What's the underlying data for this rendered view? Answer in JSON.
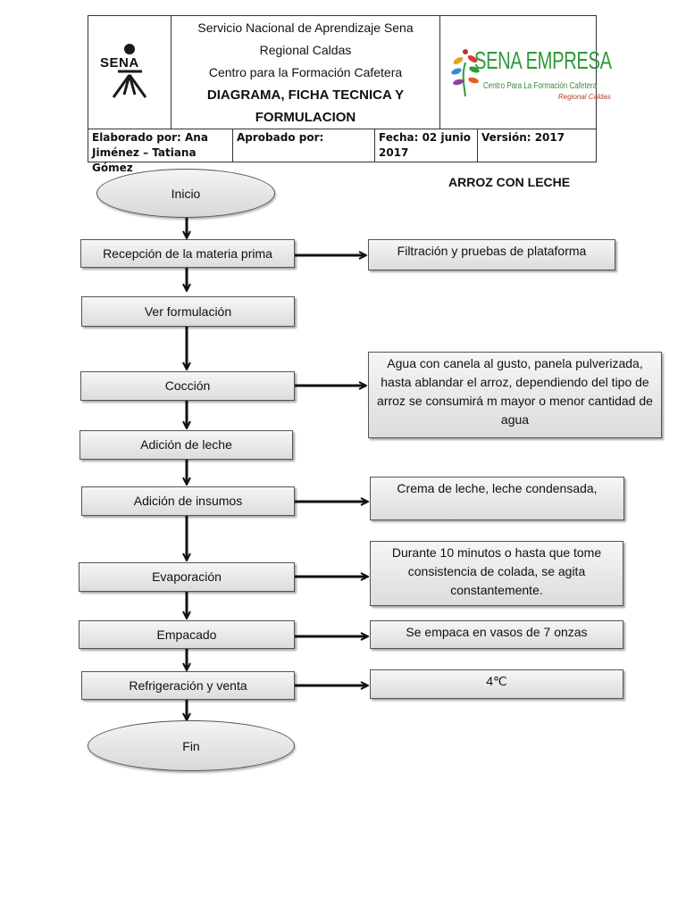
{
  "header": {
    "org_line1": "Servicio Nacional de Aprendizaje Sena",
    "org_line2": "Regional Caldas",
    "org_line3": "Centro para la Formación Cafetera",
    "title_line1": "DIAGRAMA, FICHA TECNICA Y",
    "title_line2": "FORMULACION",
    "logo_left_text": "SENA",
    "logo_right_text": "SENA EMPRESA",
    "logo_right_sub": "Centro Para La Formación Cafetera",
    "logo_right_sub2": "Regional Caldas"
  },
  "meta": {
    "elaborado_line1": "Elaborado por: Ana",
    "elaborado_line2": "Jiménez – Tatiana Gómez",
    "aprobado": "Aprobado por:",
    "fecha_line1": "Fecha: 02 junio",
    "fecha_line2": "2017",
    "version": "Versión:  2017"
  },
  "doc_title": "ARROZ CON LECHE",
  "flow": {
    "start": "Inicio",
    "steps": [
      "Recepción de la materia prima",
      "Ver formulación",
      "Cocción",
      "Adición de leche",
      "Adición de insumos",
      "Evaporación",
      "Empacado",
      "Refrigeración y venta"
    ],
    "end": "Fin"
  },
  "notes": {
    "recepcion": "Filtración y pruebas de plataforma",
    "coccion": "Agua con canela al gusto, panela pulverizada, hasta ablandar el arroz, dependiendo del tipo de arroz se consumirá m mayor o menor cantidad de agua",
    "insumos": "Crema de leche, leche condensada,",
    "evaporacion": "Durante 10 minutos o hasta que tome consistencia de colada, se agita constantemente.",
    "empacado": "Se empaca en vasos de 7 onzas",
    "refrigeracion": "4℃"
  },
  "colors": {
    "sena_logo": "#1a1a1a",
    "empresa_green": "#2f9a3a",
    "empresa_red": "#b04030",
    "box_border": "#555555"
  }
}
